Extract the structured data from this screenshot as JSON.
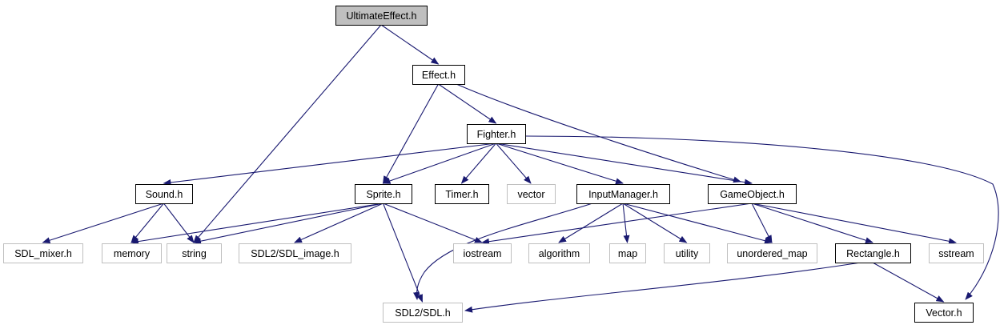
{
  "diagram": {
    "nodes": [
      {
        "id": "ultimateeffect",
        "label": "UltimateEffect.h",
        "kind": "root"
      },
      {
        "id": "effect",
        "label": "Effect.h",
        "kind": "internal"
      },
      {
        "id": "fighter",
        "label": "Fighter.h",
        "kind": "internal"
      },
      {
        "id": "sound",
        "label": "Sound.h",
        "kind": "internal"
      },
      {
        "id": "sprite",
        "label": "Sprite.h",
        "kind": "internal"
      },
      {
        "id": "timer",
        "label": "Timer.h",
        "kind": "internal"
      },
      {
        "id": "vector_std",
        "label": "vector",
        "kind": "external"
      },
      {
        "id": "inputmanager",
        "label": "InputManager.h",
        "kind": "internal"
      },
      {
        "id": "gameobject",
        "label": "GameObject.h",
        "kind": "internal"
      },
      {
        "id": "sdl_mixer",
        "label": "SDL_mixer.h",
        "kind": "external"
      },
      {
        "id": "memory",
        "label": "memory",
        "kind": "external"
      },
      {
        "id": "string",
        "label": "string",
        "kind": "external"
      },
      {
        "id": "sdl_image",
        "label": "SDL2/SDL_image.h",
        "kind": "external"
      },
      {
        "id": "iostream",
        "label": "iostream",
        "kind": "external"
      },
      {
        "id": "algorithm",
        "label": "algorithm",
        "kind": "external"
      },
      {
        "id": "map",
        "label": "map",
        "kind": "external"
      },
      {
        "id": "utility",
        "label": "utility",
        "kind": "external"
      },
      {
        "id": "unordered_map",
        "label": "unordered_map",
        "kind": "external"
      },
      {
        "id": "rectangle",
        "label": "Rectangle.h",
        "kind": "internal"
      },
      {
        "id": "sstream",
        "label": "sstream",
        "kind": "external"
      },
      {
        "id": "sdl",
        "label": "SDL2/SDL.h",
        "kind": "external"
      },
      {
        "id": "vector_h",
        "label": "Vector.h",
        "kind": "internal"
      }
    ],
    "edges": [
      [
        "ultimateeffect",
        "effect"
      ],
      [
        "ultimateeffect",
        "string"
      ],
      [
        "effect",
        "fighter"
      ],
      [
        "effect",
        "sprite"
      ],
      [
        "effect",
        "gameobject"
      ],
      [
        "fighter",
        "sound"
      ],
      [
        "fighter",
        "sprite"
      ],
      [
        "fighter",
        "timer"
      ],
      [
        "fighter",
        "vector_std"
      ],
      [
        "fighter",
        "inputmanager"
      ],
      [
        "fighter",
        "gameobject"
      ],
      [
        "fighter",
        "vector_h"
      ],
      [
        "sound",
        "sdl_mixer"
      ],
      [
        "sound",
        "memory"
      ],
      [
        "sound",
        "string"
      ],
      [
        "sprite",
        "memory"
      ],
      [
        "sprite",
        "string"
      ],
      [
        "sprite",
        "sdl_image"
      ],
      [
        "sprite",
        "iostream"
      ],
      [
        "sprite",
        "sdl"
      ],
      [
        "inputmanager",
        "sdl"
      ],
      [
        "inputmanager",
        "algorithm"
      ],
      [
        "inputmanager",
        "map"
      ],
      [
        "inputmanager",
        "utility"
      ],
      [
        "inputmanager",
        "unordered_map"
      ],
      [
        "gameobject",
        "iostream"
      ],
      [
        "gameobject",
        "unordered_map"
      ],
      [
        "gameobject",
        "rectangle"
      ],
      [
        "gameobject",
        "sstream"
      ],
      [
        "rectangle",
        "sdl"
      ],
      [
        "rectangle",
        "vector_h"
      ]
    ],
    "colors": {
      "edge": "#191970",
      "root_fill": "#bfbfbf",
      "internal_border": "#000000",
      "external_border": "#bfbfbf",
      "background": "#ffffff"
    }
  }
}
